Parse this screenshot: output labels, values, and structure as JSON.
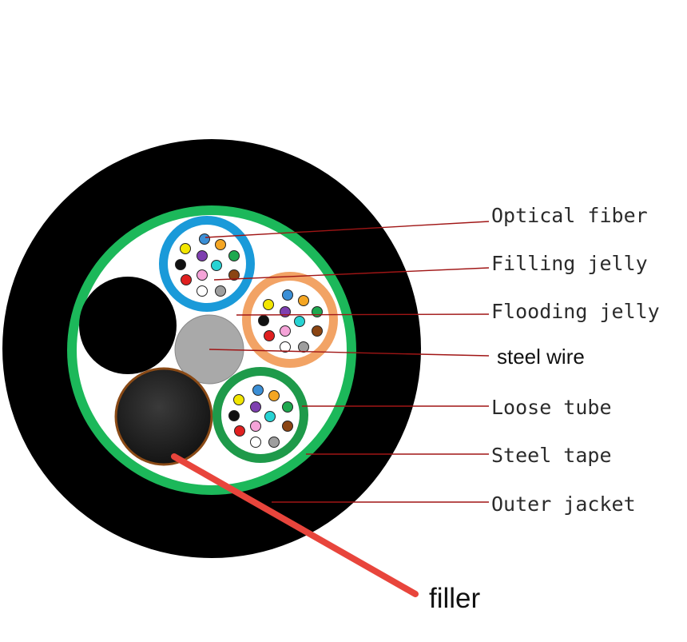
{
  "labels": {
    "optical_fiber": "Optical fiber",
    "filling_jelly": "Filling jelly",
    "flooding_jelly": "Flooding jelly",
    "steel_wire": "steel wire",
    "loose_tube": "Loose tube",
    "steel_tape": "Steel tape",
    "outer_jacket": "Outer jacket",
    "filler": "filler"
  },
  "colors": {
    "outer_jacket": "#000000",
    "steel_tape": "#1cb85a",
    "flooding_jelly": "#ffffff",
    "steel_wire": "#a9a9a9",
    "leader_line": "#a01515",
    "filler_pointer": "#e8453c",
    "tube_blue": "#1a9ad9",
    "tube_orange": "#f2a365",
    "tube_green": "#1e9a4a",
    "fibers": [
      "#3b8fd6",
      "#f5a623",
      "#1fa84f",
      "#8b4513",
      "#9e9e9e",
      "#ffffff",
      "#f5a3d8",
      "#e02020",
      "#111111",
      "#f2e600",
      "#7e3fb0",
      "#27d3d3"
    ]
  }
}
